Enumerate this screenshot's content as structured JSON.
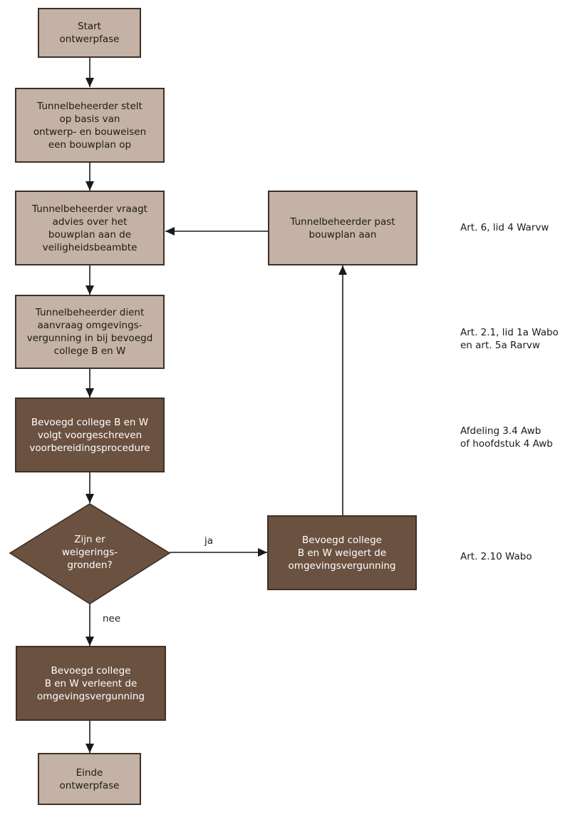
{
  "nodes": {
    "start": [
      "Start",
      "ontwerpfase"
    ],
    "bouwplan": [
      "Tunnelbeheerder stelt",
      "op basis van",
      "ontwerp- en bouweisen",
      "een bouwplan op"
    ],
    "advies": [
      "Tunnelbeheerder vraagt",
      "advies over het",
      "bouwplan aan de",
      "veiligheidsbeambte"
    ],
    "past_aan": [
      "Tunnelbeheerder past",
      "bouwplan aan"
    ],
    "aanvraag": [
      "Tunnelbeheerder dient",
      "aanvraag omgevings-",
      "vergunning in bij bevoegd",
      "college B en W"
    ],
    "procedure": [
      "Bevoegd college B en W",
      "volgt voorgeschreven",
      "voorbereidingsprocedure"
    ],
    "decision": [
      "Zijn er",
      "weigerings-",
      "gronden?"
    ],
    "weigert": [
      "Bevoegd college",
      "B en W weigert de",
      "omgevingsvergunning"
    ],
    "verleent": [
      "Bevoegd college",
      "B en W verleent de",
      "omgevingsvergunning"
    ],
    "einde": [
      "Einde",
      "ontwerpfase"
    ]
  },
  "edge_labels": {
    "yes": "ja",
    "no": "nee"
  },
  "references": {
    "warvw": "Art. 6, lid 4 Warvw",
    "wabo": [
      "Art. 2.1, lid 1a Wabo",
      "en art. 5a Rarvw"
    ],
    "awb": [
      "Afdeling 3.4 Awb",
      "of hoofdstuk 4 Awb"
    ],
    "weigering": "Art. 2.10 Wabo"
  },
  "colors": {
    "light_fill": "#c3b2a5",
    "dark_fill": "#6b5140",
    "border": "#3e3026",
    "arrow": "#1a1a1a"
  }
}
